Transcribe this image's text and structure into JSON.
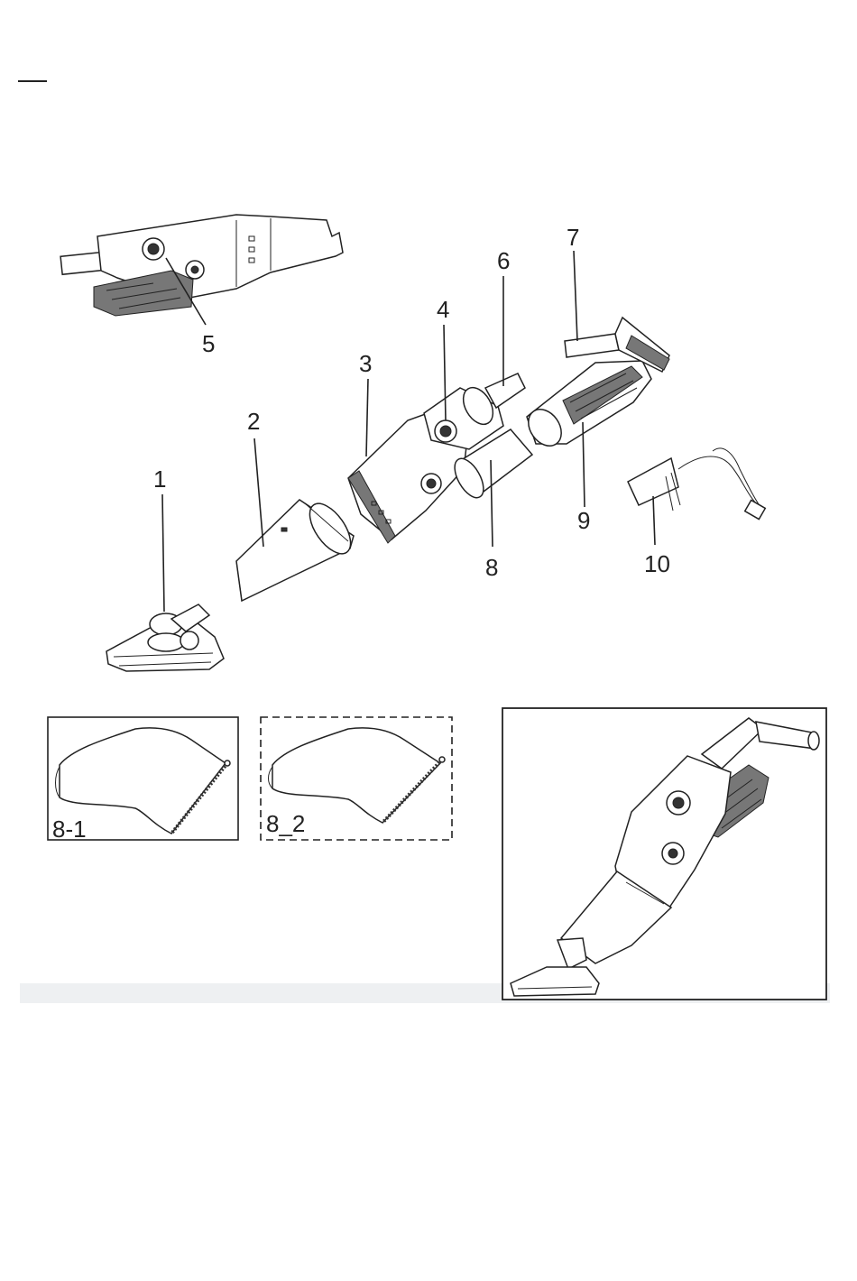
{
  "labels": {
    "p1": "1",
    "p2": "2",
    "p3": "3",
    "p4": "4",
    "p5": "5",
    "p6": "6",
    "p7": "7",
    "p8": "8",
    "p9": "9",
    "p10": "10",
    "filter_bag_1": "8-1",
    "filter_bag_2": "8_2"
  },
  "colors": {
    "line": "#222222",
    "background": "#ffffff",
    "band": "#eef0f2"
  }
}
